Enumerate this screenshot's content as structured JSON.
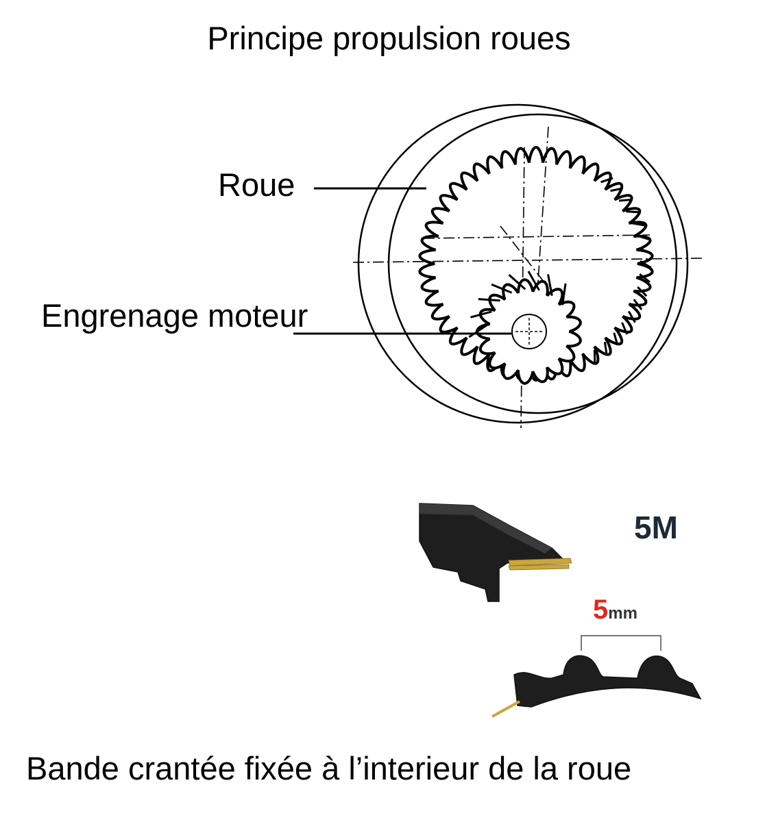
{
  "title": "Principe propulsion roues",
  "labels": {
    "wheel": "Roue",
    "motor_gear": "Engrenage moteur"
  },
  "belt": {
    "profile": "5M",
    "pitch_value": "5",
    "pitch_unit": "mm",
    "pitch_color": "#e0281e"
  },
  "caption": "Bande crantée fixée à l’interieur de la roue",
  "colors": {
    "ink": "#000000",
    "belt_rubber": "#1e1e1e",
    "belt_cord": "#c9a640"
  }
}
